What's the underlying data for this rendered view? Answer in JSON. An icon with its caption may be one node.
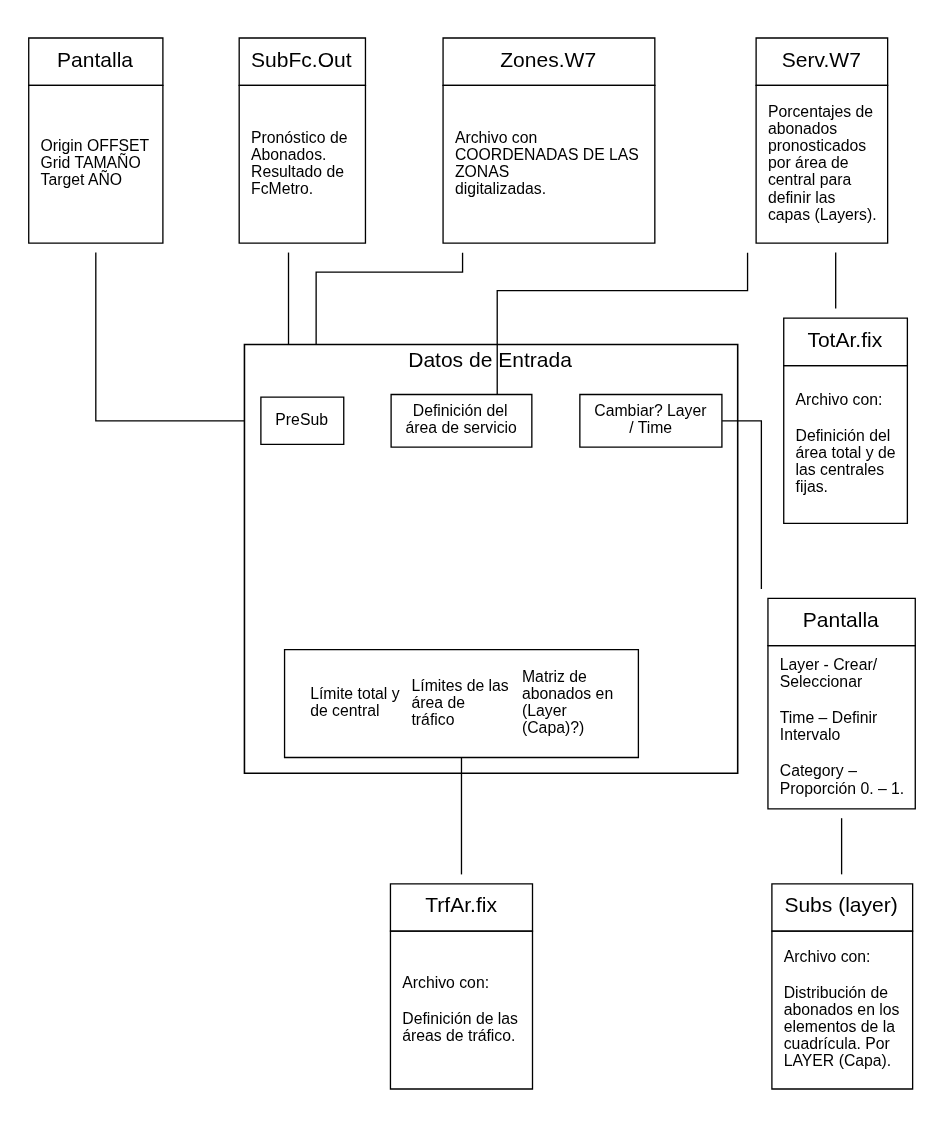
{
  "diagram": {
    "nodes": [
      {
        "text": [
          "Pantalla",
          "Origin OFFSET",
          "Grid TAMAÑO",
          "Target AÑO"
        ]
      },
      {
        "text": [
          "SubFc.Out",
          "Pronóstico de Abonados. Resultado de FcMetro."
        ]
      },
      {
        "text": [
          "Zones.W7",
          "Archivo con COORDENADAS DE LAS ZONAS digitalizadas."
        ]
      },
      {
        "text": [
          "Serv.W7",
          "Porcentajes de abonados pronosticados por área de central para definir las capas (Layers)."
        ]
      },
      {
        "text": [
          "Datos de Entrada"
        ]
      },
      {
        "text": [
          "Definición del área de servicio"
        ],
        "in": 4
      },
      {
        "text": [
          "PreSub"
        ],
        "in": 4
      },
      {
        "text": [
          "Cambiar? Layer / Time"
        ],
        "in": 4
      },
      {
        "text": [
          "Límite total y de central",
          "Límites de las área de tráfico",
          "Matriz de abonados en (Layer (Capa)?)"
        ],
        "in": 4
      },
      {
        "text": [
          "Pantalla",
          "Layer - Crear/ Seleccionar",
          "Time – Definir Intervalo",
          "Category – Proporción 0. – 1."
        ]
      },
      {
        "text": [
          "TotAr.fix",
          "Archivo con:",
          "Definición del área total y de las centrales fijas."
        ]
      },
      {
        "text": [
          "TrfAr.fix",
          "Archivo con:",
          "Definición de las áreas de tráfico."
        ]
      },
      {
        "text": [
          "Subs (layer)",
          "Archivo con:",
          "Distribución de abonados en los elementos de la cuadrícula. Por LAYER (Capa)."
        ]
      }
    ],
    "edges": [
      {
        "from": 0,
        "to": 4,
        "arrow": "none"
      },
      {
        "from": 1,
        "to": 4,
        "arrow": "none"
      },
      {
        "from": 2,
        "to": 4,
        "arrow": "none"
      },
      {
        "from": 3,
        "to": 5,
        "arrow": "none"
      },
      {
        "from": 7,
        "to": 9,
        "arrow": "none"
      },
      {
        "from": 3,
        "to": 10,
        "arrow": "none"
      },
      {
        "from": 8,
        "to": 11,
        "arrow": "none"
      },
      {
        "from": 9,
        "to": 12,
        "arrow": "none"
      }
    ]
  }
}
